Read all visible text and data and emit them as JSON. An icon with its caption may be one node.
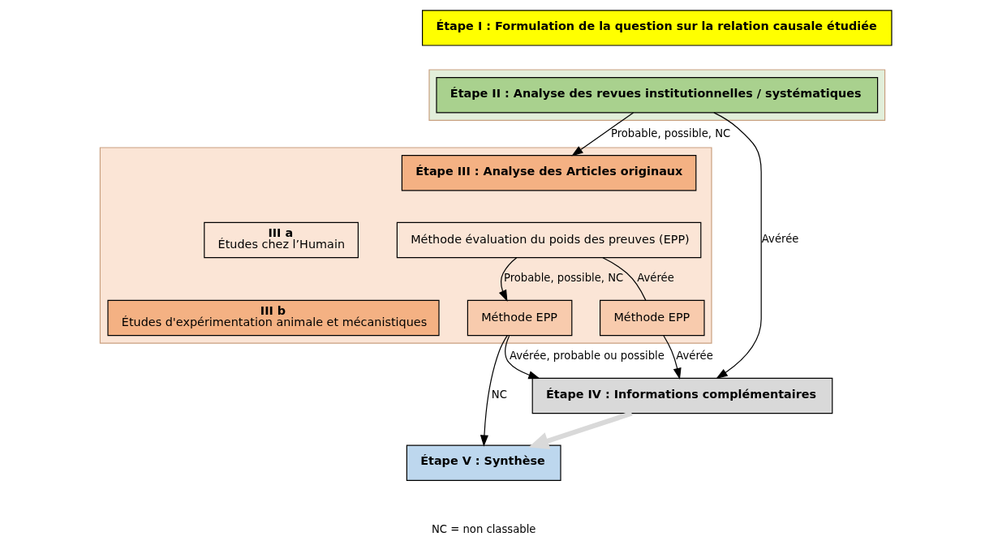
{
  "diagram": {
    "nodes": [
      {
        "text": [
          "Étape I : Formulation de la question sur la relation causale étudiée"
        ]
      },
      {
        "text": [],
        "shape": "box"
      },
      {
        "text": [
          "Étape II : Analyse des revues institutionnelles / systématiques"
        ],
        "in": 1
      },
      {
        "text": [],
        "shape": "box"
      },
      {
        "text": [
          "Étape III : Analyse des Articles originaux"
        ],
        "in": 3
      },
      {
        "text": [
          "III a",
          "Études chez l’Humain"
        ],
        "in": 3
      },
      {
        "text": [
          "III b",
          "Études d'expérimentation animale et mécanistiques"
        ],
        "in": 3
      },
      {
        "text": [
          "Méthode évaluation du poids des preuves (EPP)"
        ],
        "in": 3
      },
      {
        "text": [
          "Méthode EPP"
        ],
        "in": 3
      },
      {
        "text": [
          "Méthode EPP"
        ],
        "in": 3
      },
      {
        "text": [
          "Étape IV : Informations complémentaires"
        ]
      },
      {
        "text": [
          "Étape V : Synthèse"
        ]
      }
    ],
    "edges": [
      {
        "from": 2,
        "to": 10,
        "arrow": "to",
        "label": "Avérée"
      },
      {
        "from": 2,
        "to": 4,
        "arrow": "to",
        "label": "Probable, possible, NC"
      },
      {
        "from": 7,
        "to": 8,
        "arrow": "none",
        "label": "Avérée"
      },
      {
        "from": 7,
        "to": 9,
        "arrow": "to",
        "label": "Probable, possible, NC"
      },
      {
        "from": 8,
        "to": 10,
        "arrow": "to",
        "label": "Avérée"
      },
      {
        "from": 9,
        "to": 10,
        "arrow": "to",
        "label": "Avérée, probable ou possible"
      },
      {
        "from": 9,
        "to": 11,
        "arrow": "to",
        "label": "NC"
      },
      {
        "from": 10,
        "to": 11,
        "arrow": "to",
        "style": "thick",
        "color": "#d9d9d9"
      }
    ],
    "labels": [
      "NC = non classable"
    ]
  }
}
